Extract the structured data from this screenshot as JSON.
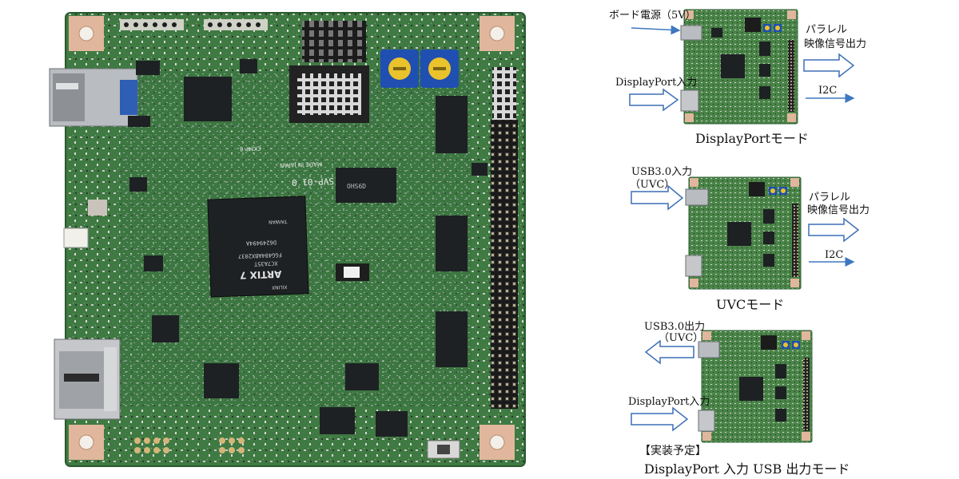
{
  "main_board": {
    "chip_label": "ARTIX 7",
    "chip_vendor": "XILINX",
    "chip_part": "XC7A35T",
    "chip_code": "FGG484ABX2037",
    "chip_lot": "D6249494A",
    "chip_origin": "TAIWAN",
    "silk_model": "SVP-01 0",
    "silk_made": "MADE IN JAPAN",
    "silk_ckmp": "CKMP-8",
    "mem_label": "OHS6D"
  },
  "modes": [
    {
      "caption": "DisplayPortモード",
      "power_label": "ボード電源（5V）",
      "dp_input_label": "DisplayPort入力",
      "parallel_label_1": "パラレル",
      "parallel_label_2": "映像信号出力",
      "i2c_label": "I2C"
    },
    {
      "caption": "UVCモード",
      "usb_input_label_1": "USB3.0入力",
      "usb_input_label_2": "（UVC）",
      "parallel_label_1": "パラレル",
      "parallel_label_2": "映像信号出力",
      "i2c_label": "I2C"
    },
    {
      "caption_1": "【実装予定】",
      "caption_2": "DisplayPort 入力 USB 出力モード",
      "usb_output_label_1": "USB3.0出力",
      "usb_output_label_2": "（UVC）",
      "dp_input_label": "DisplayPort入力"
    }
  ],
  "colors": {
    "pcb_green": "#3f7a42",
    "pcb_dark": "#2e5f33",
    "pad_copper": "#e0b79c",
    "chip_black": "#1e2124",
    "arrow_blue": "#3d78c0",
    "hollow_arrow": "#3d6fb5"
  }
}
